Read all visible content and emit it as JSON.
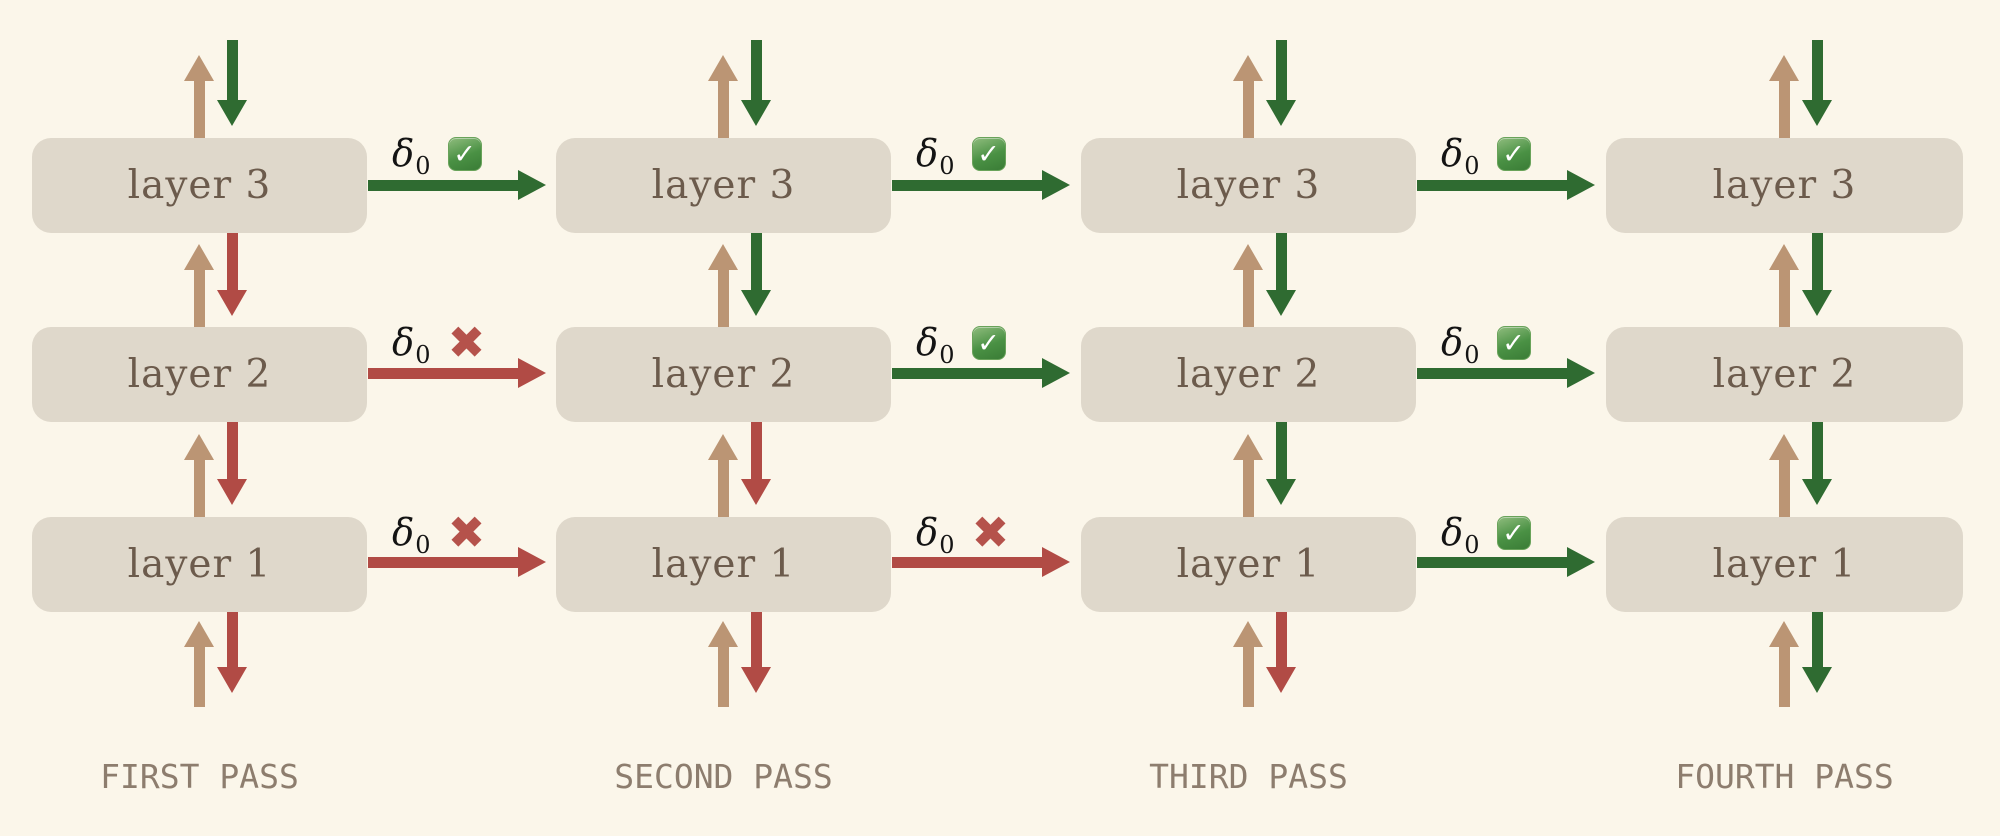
{
  "diagram": {
    "delta": {
      "symbol": "δ",
      "subscript": "0"
    },
    "glyphs": {
      "check": "✓",
      "cross": "✖"
    },
    "colors": {
      "background": "#fbf6ea",
      "box_fill": "#dfd8cb",
      "box_text": "#6c5b4c",
      "pass_label": "#8d7d6e",
      "up_arrow_tan": "#bb9574",
      "down_arrow_green": "#2f6b31",
      "down_arrow_red": "#b14b45",
      "check_icon_green": "#4a9144",
      "cross_icon_red": "#b5524b"
    },
    "passes": [
      {
        "label": "FIRST PASS",
        "layers": [
          "layer 3",
          "layer 2",
          "layer 1"
        ],
        "ups": [
          "tan",
          "tan",
          "tan",
          "tan"
        ],
        "downs": [
          "green",
          "red",
          "red",
          "red"
        ],
        "outputs": [
          {
            "status": "check",
            "color": "green"
          },
          {
            "status": "cross",
            "color": "red"
          },
          {
            "status": "cross",
            "color": "red"
          }
        ]
      },
      {
        "label": "SECOND PASS",
        "layers": [
          "layer 3",
          "layer 2",
          "layer 1"
        ],
        "ups": [
          "tan",
          "tan",
          "tan",
          "tan"
        ],
        "downs": [
          "green",
          "green",
          "red",
          "red"
        ],
        "outputs": [
          {
            "status": "check",
            "color": "green"
          },
          {
            "status": "check",
            "color": "green"
          },
          {
            "status": "cross",
            "color": "red"
          }
        ]
      },
      {
        "label": "THIRD PASS",
        "layers": [
          "layer 3",
          "layer 2",
          "layer 1"
        ],
        "ups": [
          "tan",
          "tan",
          "tan",
          "tan"
        ],
        "downs": [
          "green",
          "green",
          "green",
          "red"
        ],
        "outputs": [
          {
            "status": "check",
            "color": "green"
          },
          {
            "status": "check",
            "color": "green"
          },
          {
            "status": "check",
            "color": "green"
          }
        ]
      },
      {
        "label": "FOURTH PASS",
        "layers": [
          "layer 3",
          "layer 2",
          "layer 1"
        ],
        "ups": [
          "tan",
          "tan",
          "tan",
          "tan"
        ],
        "downs": [
          "green",
          "green",
          "green",
          "green"
        ],
        "outputs": []
      }
    ]
  }
}
